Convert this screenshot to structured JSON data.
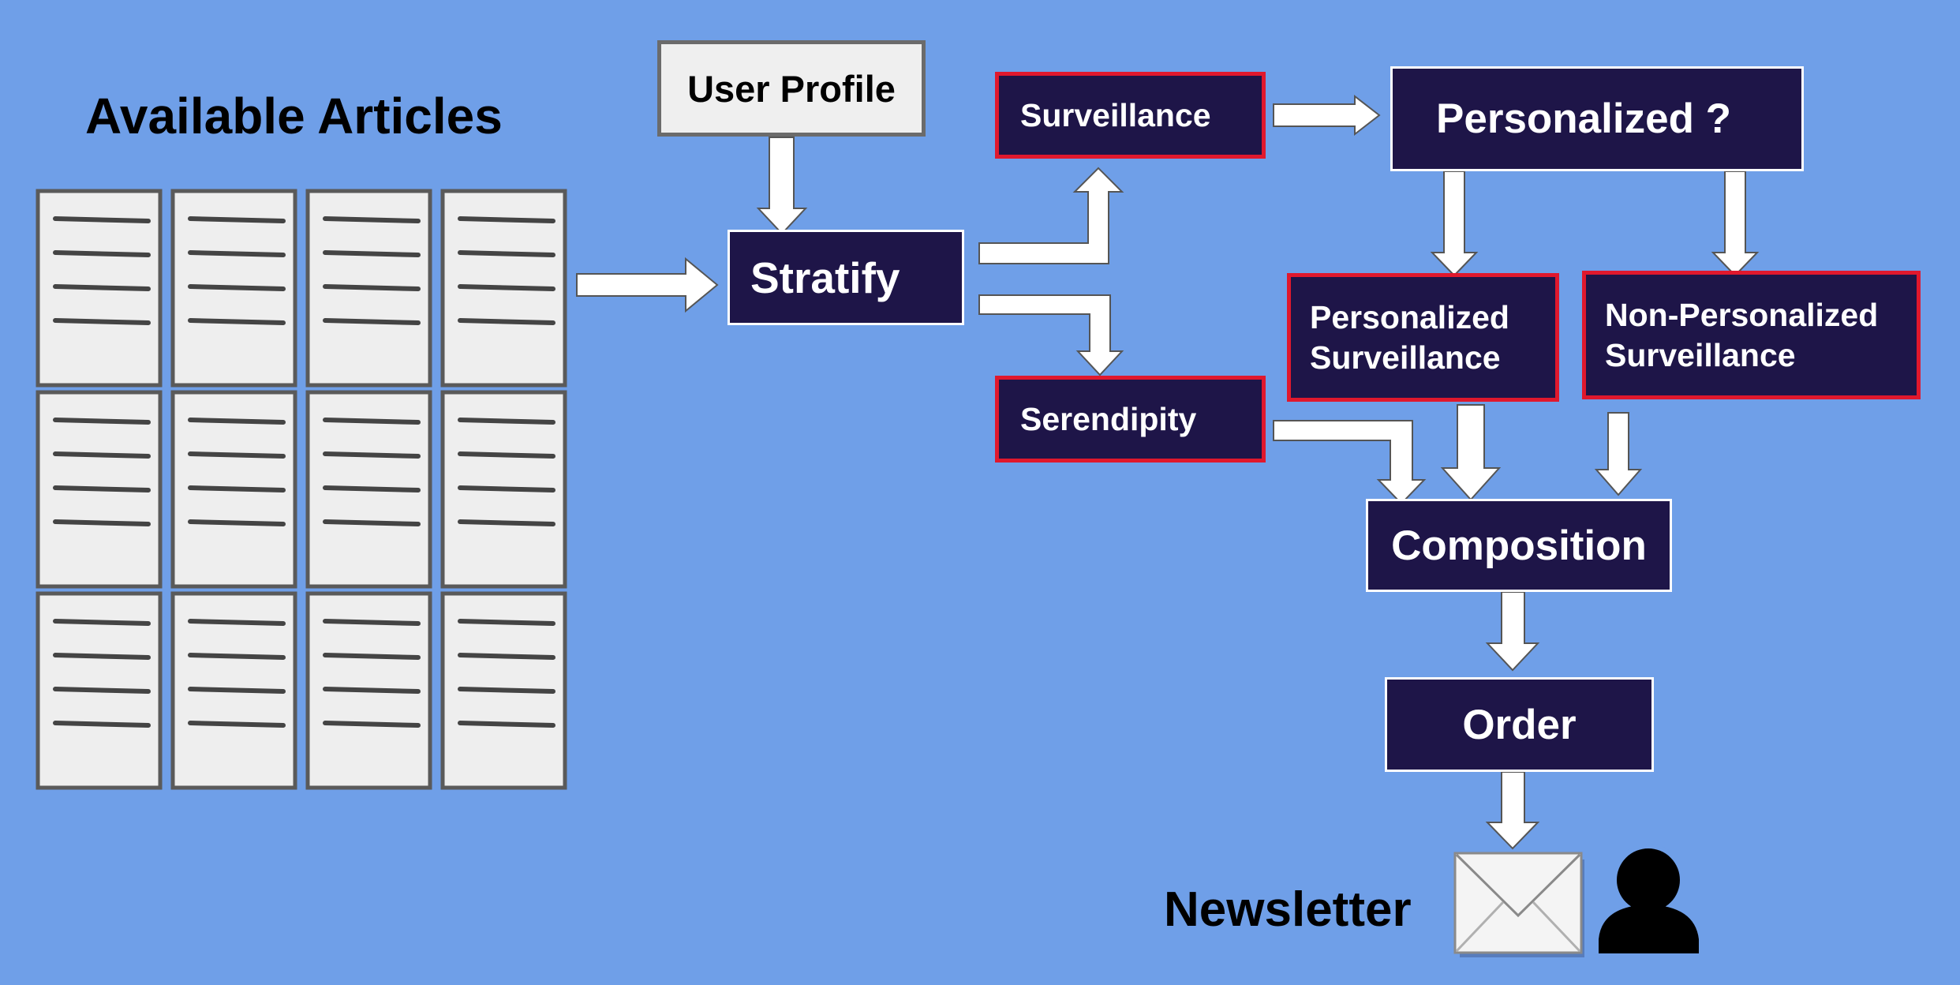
{
  "labels": {
    "articles_title": "Available Articles",
    "user_profile": "User Profile",
    "stratify": "Stratify",
    "surveillance": "Surveillance",
    "serendipity": "Serendipity",
    "personalized_question": "Personalized ?",
    "personalized_surveillance_1": "Personalized",
    "personalized_surveillance_2": "Surveillance",
    "non_personalized_surveillance_1": "Non-Personalized",
    "non_personalized_surveillance_2": "Surveillance",
    "composition": "Composition",
    "order": "Order",
    "newsletter": "Newsletter"
  },
  "icons": {
    "article": "document-icon",
    "envelope": "envelope-icon",
    "user": "user-icon"
  },
  "colors": {
    "background": "#6f9fe8",
    "box_fill": "#1e1548",
    "highlight_border": "#e0182d",
    "box_border": "#ffffff",
    "profile_fill": "#efefef",
    "document_fill": "#eeeeee",
    "document_border": "#5a5a5a"
  }
}
